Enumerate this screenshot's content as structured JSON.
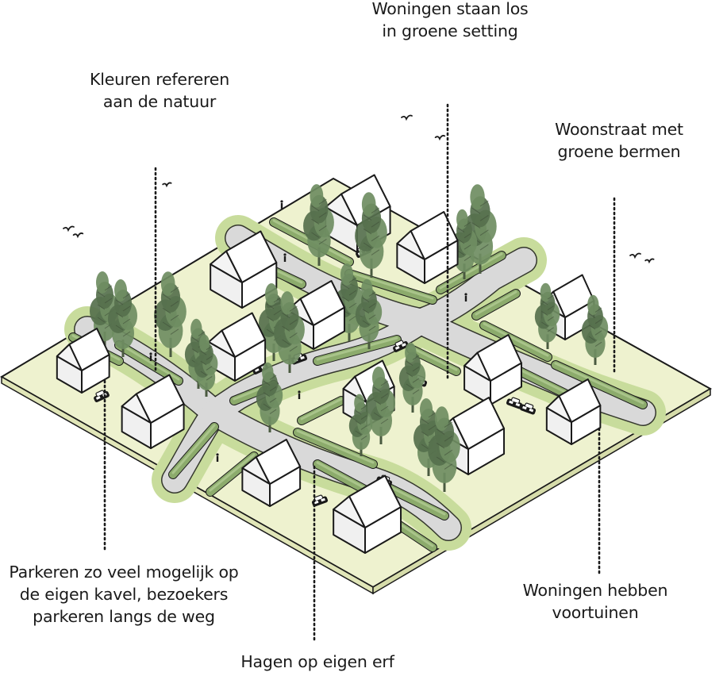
{
  "annotations": {
    "natural_colors": [
      "Kleuren refereren",
      "aan de natuur"
    ],
    "detached_homes": [
      "Woningen staan los",
      "in groene setting"
    ],
    "green_verges": [
      "Woonstraat met",
      "groene bermen"
    ],
    "parking": [
      "Parkeren zo veel mogelijk op",
      "de eigen kavel, bezoekers",
      "parkeren langs de weg"
    ],
    "hedges": [
      "Hagen op eigen erf"
    ],
    "front_gardens": [
      "Woningen hebben",
      "voortuinen"
    ]
  },
  "colors": {
    "ground": "#eef2cf",
    "road": "#d9d9d9",
    "verge": "#c8dc9c",
    "hedge": "#8cab6c",
    "hedge_dark": "#6f8f55",
    "tree": "#6f8d62",
    "tree_dark": "#56704d",
    "house_wall": "#ffffff",
    "outline": "#1a1a1a"
  },
  "icons": [
    "bird-icon",
    "car-icon",
    "pedestrian-icon",
    "tree-icon",
    "house-icon"
  ]
}
